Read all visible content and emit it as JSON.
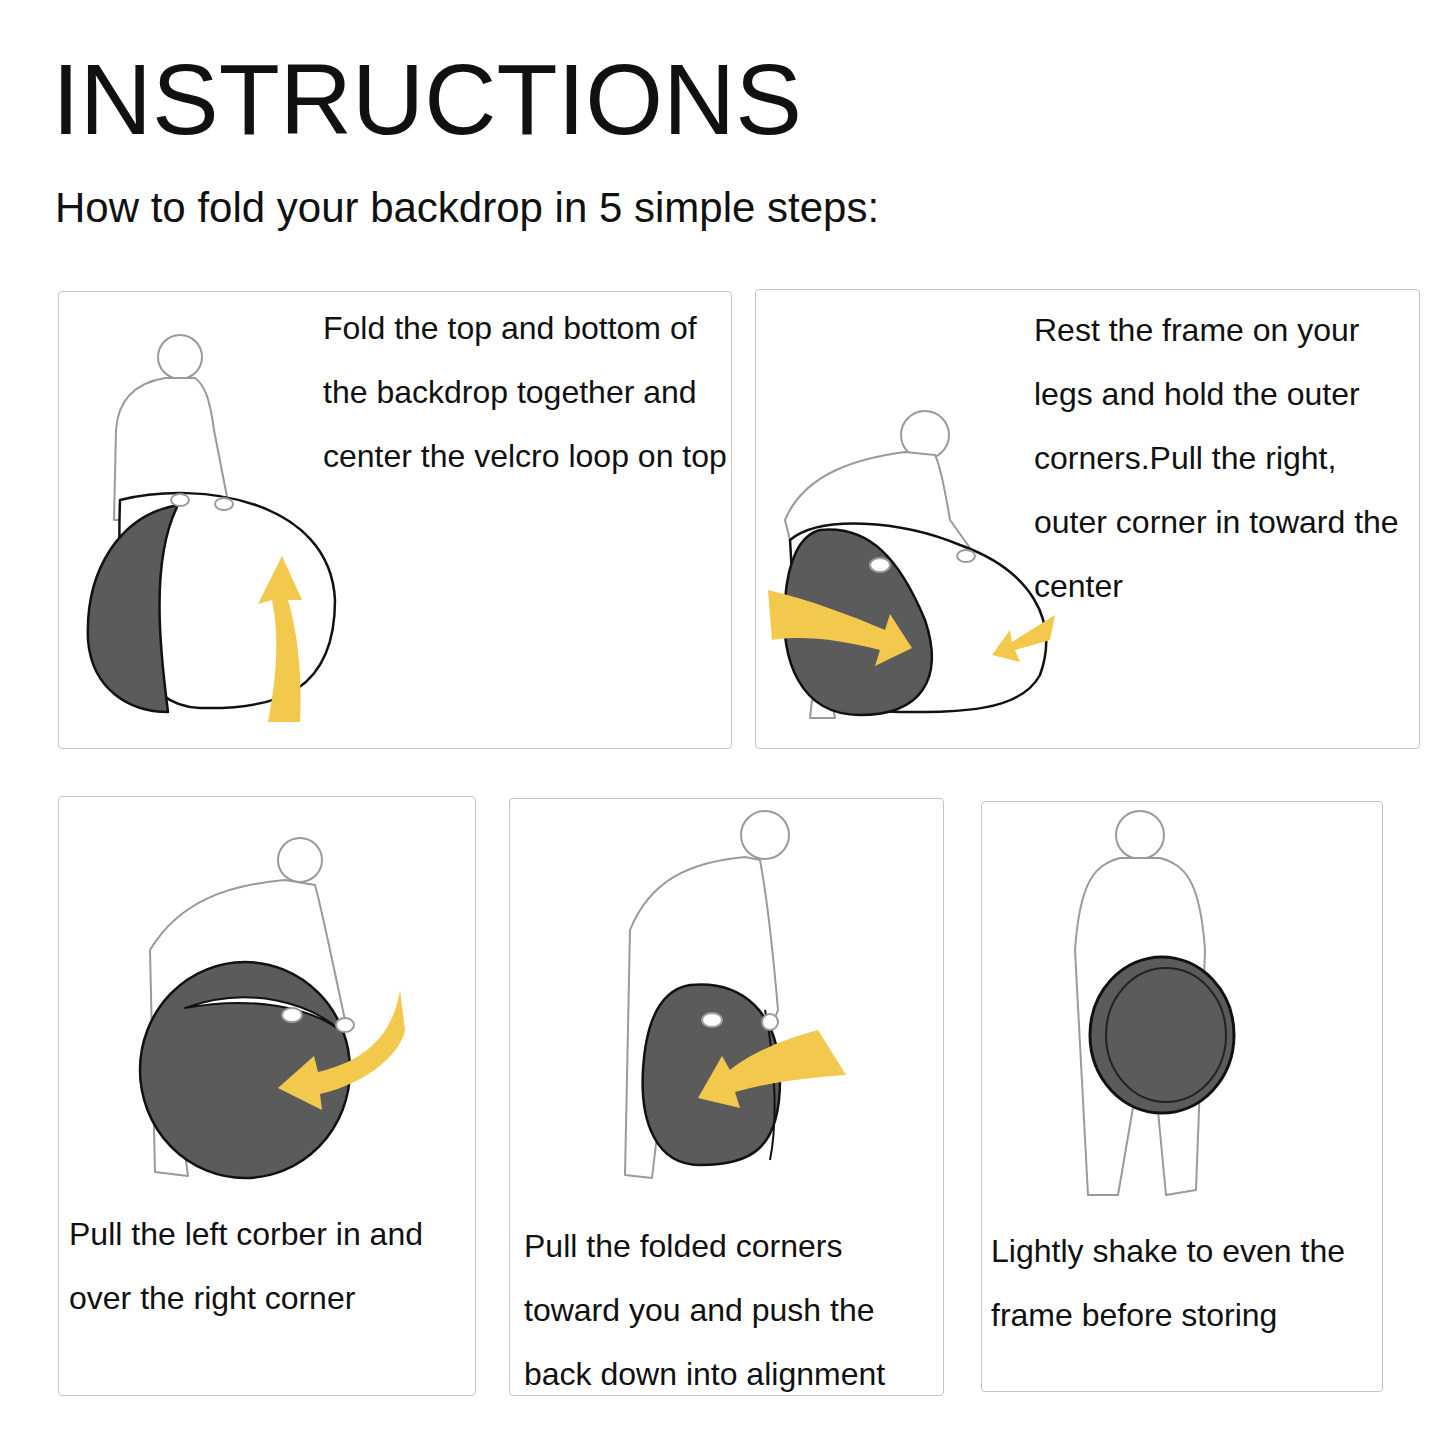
{
  "diagram": {
    "title": "INSTRUCTIONS",
    "nodes": [
      {
        "text": [
          "Fold the top and bottom of the backdrop together and center the velcro loop on top"
        ]
      },
      {
        "text": [
          "Rest the frame on your legs and hold the outer corners.Pull the right, outer corner in toward the center"
        ]
      },
      {
        "text": [
          "Pull the left corber in and over the right corner"
        ]
      },
      {
        "text": [
          "Pull the folded corners toward you and push the back down into alignment"
        ]
      },
      {
        "text": [
          "Lightly shake to even the frame before storing"
        ]
      }
    ],
    "labels": [
      "How to fold your backdrop in 5 simple steps:"
    ]
  }
}
